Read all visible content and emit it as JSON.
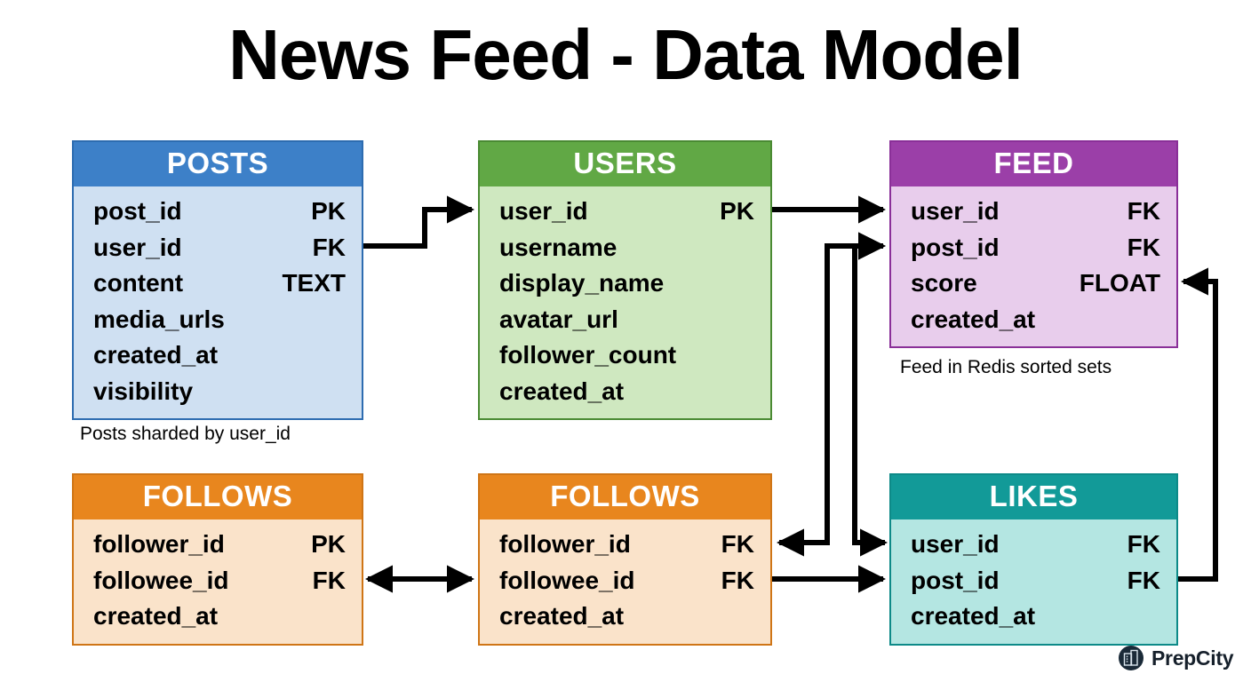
{
  "title": "News Feed - Data Model",
  "colors": {
    "posts_header": "#3d80c8",
    "posts_body": "#cfe0f2",
    "posts_border": "#2d6cb0",
    "users_header": "#61a845",
    "users_body": "#cfe8c0",
    "users_border": "#4a8a33",
    "feed_header": "#9b3fa8",
    "feed_body": "#e8cdec",
    "feed_border": "#8a2f98",
    "follows_header": "#e8861e",
    "follows_body": "#fae3ca",
    "follows_border": "#cf7516",
    "likes_header": "#129a98",
    "likes_body": "#b4e6e2",
    "likes_border": "#0d8a88",
    "connector": "#000000",
    "logo_circle": "#1a2a38",
    "logo_text": "#16202b"
  },
  "entities": [
    {
      "id": "posts",
      "name": "POSTS",
      "fields": [
        {
          "name": "post_id",
          "key": "PK"
        },
        {
          "name": "user_id",
          "key": "FK"
        },
        {
          "name": "content",
          "key": "TEXT"
        },
        {
          "name": "media_urls",
          "key": ""
        },
        {
          "name": "created_at",
          "key": ""
        },
        {
          "name": "visibility",
          "key": ""
        }
      ]
    },
    {
      "id": "users",
      "name": "USERS",
      "fields": [
        {
          "name": "user_id",
          "key": "PK"
        },
        {
          "name": "username",
          "key": ""
        },
        {
          "name": "display_name",
          "key": ""
        },
        {
          "name": "avatar_url",
          "key": ""
        },
        {
          "name": "follower_count",
          "key": ""
        },
        {
          "name": "created_at",
          "key": ""
        }
      ]
    },
    {
      "id": "feed",
      "name": "FEED",
      "fields": [
        {
          "name": "user_id",
          "key": "FK"
        },
        {
          "name": "post_id",
          "key": "FK"
        },
        {
          "name": "score",
          "key": "FLOAT"
        },
        {
          "name": "created_at",
          "key": ""
        }
      ]
    },
    {
      "id": "follows-left",
      "name": "FOLLOWS",
      "fields": [
        {
          "name": "follower_id",
          "key": "PK"
        },
        {
          "name": "followee_id",
          "key": "FK"
        },
        {
          "name": "created_at",
          "key": ""
        }
      ]
    },
    {
      "id": "follows-right",
      "name": "FOLLOWS",
      "fields": [
        {
          "name": "follower_id",
          "key": "FK"
        },
        {
          "name": "followee_id",
          "key": "FK"
        },
        {
          "name": "created_at",
          "key": ""
        }
      ]
    },
    {
      "id": "likes",
      "name": "LIKES",
      "fields": [
        {
          "name": "user_id",
          "key": "FK"
        },
        {
          "name": "post_id",
          "key": "FK"
        },
        {
          "name": "created_at",
          "key": ""
        }
      ]
    }
  ],
  "captions": [
    {
      "id": "posts-caption",
      "text": "Posts sharded by user_id"
    },
    {
      "id": "feed-caption",
      "text": "Feed in Redis sorted sets"
    }
  ],
  "logo": {
    "text": "PrepCity",
    "icon": "prepcity-buildings-icon"
  }
}
